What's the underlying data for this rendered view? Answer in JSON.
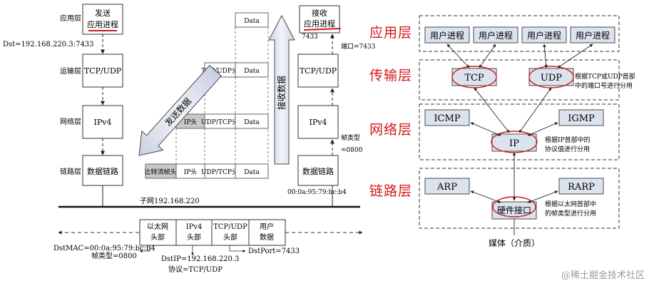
{
  "left": {
    "layers": {
      "app": "应用层",
      "transport": "运输层",
      "network": "网络层",
      "link": "链路层"
    },
    "sender": {
      "app_line1": "发送",
      "app_line2": "应用进程",
      "transport": "TCP/UDP",
      "network": "IPv4",
      "link": "数据链路"
    },
    "receiver": {
      "app_line1": "接收",
      "app_line2": "应用进程",
      "transport": "TCP/UDP",
      "network": "IPv4",
      "link": "数据链路"
    },
    "dst_label": "Dst=192.168.220.3:7433",
    "port_left": "7433",
    "port_right": "端口=7433",
    "frame_type_line1": "帧类型",
    "frame_type_line2": "=0800",
    "mac_label": "00:0a:95:79:bc:b4",
    "subnet_label": "子网192.168.220",
    "encap": {
      "data": "Data",
      "tcp_udp_head": "TCP/UDP头",
      "ip_head": "IP头",
      "tcp_udp_head_slash": "UDP/TCP头",
      "frame_head": "比特流帧头"
    },
    "send_arrow": "发送数据",
    "recv_arrow": "接收数据",
    "frame": {
      "eth_line1": "以太网",
      "eth_line2": "头部",
      "ip_line1": "IPv4",
      "ip_line2": "头部",
      "tcp_line1": "TCP/UDP",
      "tcp_line2": "头部",
      "user_line1": "用户",
      "user_line2": "数据"
    },
    "dst_mac": "DstMAC=00:0a:95:79:bc:b4",
    "frame_type": "帧类型=0800",
    "dst_ip": "DstIP=192.168.220.3",
    "protocol": "协议=TCP/UDP",
    "dst_port": "DstPort=7433"
  },
  "right": {
    "titles": {
      "app": "应用层",
      "transport": "传输层",
      "network": "网络层",
      "link": "链路层"
    },
    "process": "用户进程",
    "tcp": "TCP",
    "udp": "UDP",
    "tcp_udp_note_line1": "根据TCP或UDP首部",
    "tcp_udp_note_line2": "中的端口号进行分用",
    "icmp": "ICMP",
    "ip": "IP",
    "igmp": "IGMP",
    "ip_note_line1": "根据IP首部中的",
    "ip_note_line2": "协议值进行分用",
    "arp": "ARP",
    "hw": "硬件接口",
    "rarp": "RARP",
    "eth_note_line1": "根据以太网首部中",
    "eth_note_line2": "的帧类型进行分用",
    "media": "媒体（介质）"
  },
  "watermark": "@稀土掘金技术社区",
  "colors": {
    "accent_red": "#d21a1a",
    "box_fill": "#dbe3ef",
    "box_stroke": "#4a4a4a",
    "arrow_fill": "#e4e8f2"
  }
}
